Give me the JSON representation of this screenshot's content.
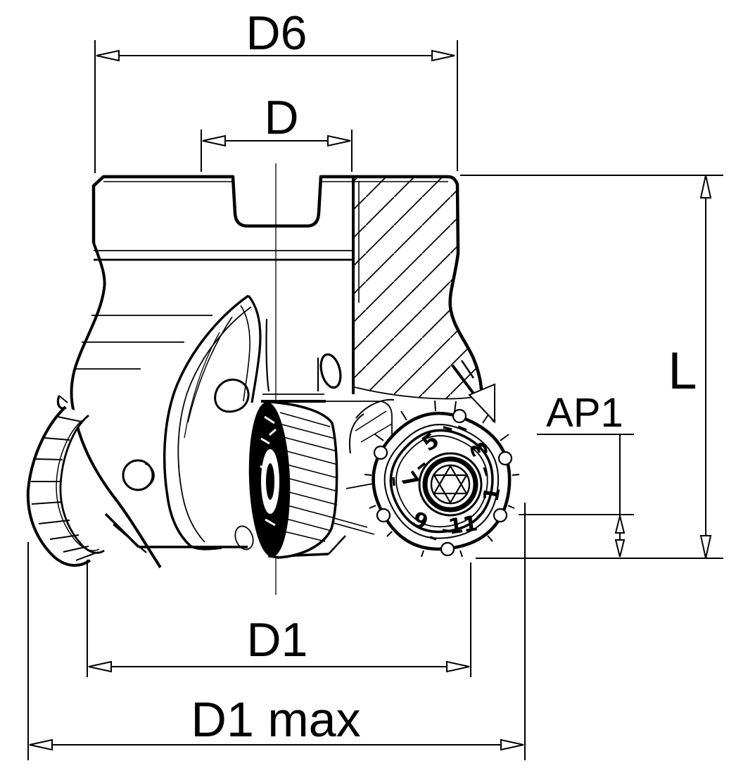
{
  "drawing": {
    "type": "technical-section-view-face-mill",
    "dimension_labels": {
      "d6": "D6",
      "d": "D",
      "l": "L",
      "ap1": "AP1",
      "d1": "D1",
      "d1_max": "D1 max"
    },
    "right_insert_index_numbers": [
      "5",
      "3",
      "7",
      "1",
      "9",
      "11"
    ],
    "colors": {
      "line": "#000000",
      "background": "#ffffff"
    }
  }
}
